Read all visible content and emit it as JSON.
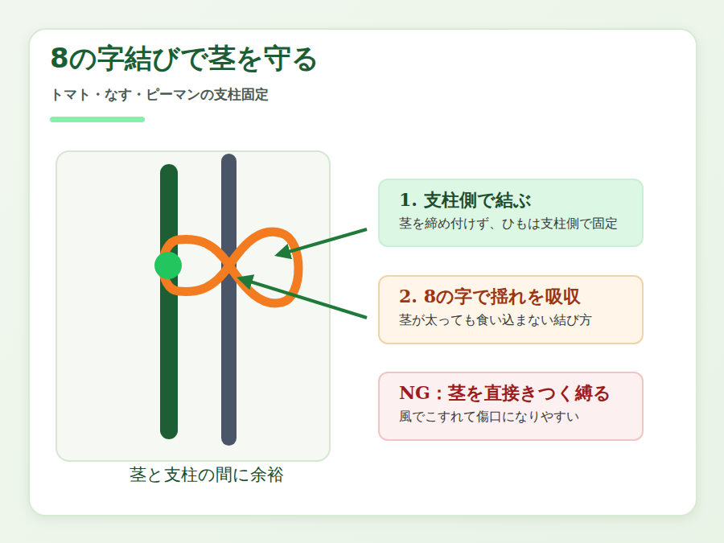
{
  "diagram": {
    "title": "8の字結びで茎を守る",
    "nodes": [
      {
        "text": [
          "1. 支柱側で結ぶ",
          "茎を締め付けず、ひもは支柱側で固定"
        ]
      },
      {
        "text": [
          "2. 8の字で揺れを吸収",
          "茎が太っても食い込まない結び方"
        ]
      },
      {
        "text": [
          "NG：茎を直接きつく縛る",
          "風でこすれて傷口になりやすい"
        ]
      }
    ],
    "labels": [
      "トマト・なす・ピーマンの支柱固定",
      "茎と支柱の間に余裕"
    ]
  }
}
